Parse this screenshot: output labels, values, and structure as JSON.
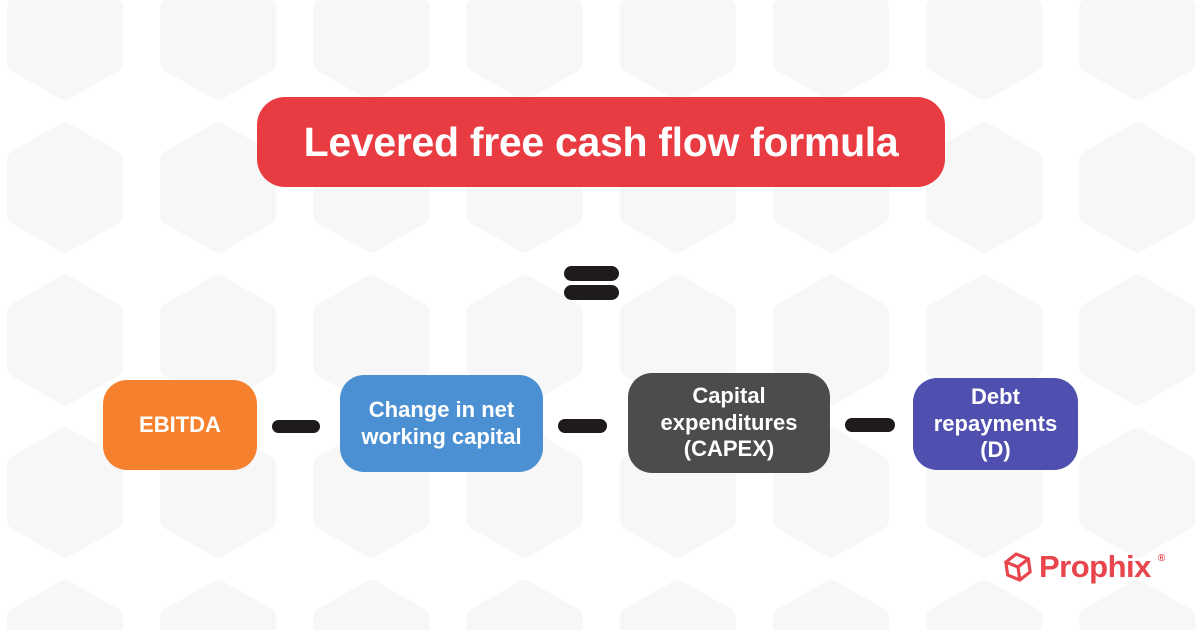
{
  "background": {
    "canvas_color": "#FFFFFF",
    "hexagon_color": "#F7F7F8"
  },
  "title_banner": {
    "label": "Levered free cash flow formula",
    "bg": "#E83B42",
    "text_color": "#FFFFFF"
  },
  "formula": {
    "equals_symbol": "=",
    "minus_symbol": "−",
    "operator_color": "#1E1B1A",
    "terms": [
      {
        "label": "EBITDA",
        "bg": "#F5812F"
      },
      {
        "label": "Change in net working capital",
        "bg": "#4A90D2"
      },
      {
        "label": "Capital expenditures (CAPEX)",
        "bg": "#4C4C4C"
      },
      {
        "label": "Debt repayments (D)",
        "bg": "#4F4FB0"
      }
    ]
  },
  "logo": {
    "brand": "Prophix",
    "reg_mark": "®",
    "color": "#E8454D",
    "icon": "cube-icon"
  }
}
